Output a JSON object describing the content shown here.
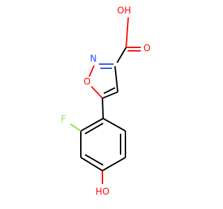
{
  "atoms": {
    "hydroxyl_top": {
      "text": "OH",
      "color": "#ff0d0d"
    },
    "carbonyl_o": {
      "text": "O",
      "color": "#ff0d0d"
    },
    "ring_n": {
      "text": "N",
      "color": "#3050f8"
    },
    "ring_o": {
      "text": "O",
      "color": "#ff0d0d"
    },
    "fluorine": {
      "text": "F",
      "color": "#90e050"
    },
    "phenol_oh": {
      "text": "HO",
      "color": "#ff0d0d"
    }
  },
  "colors": {
    "carbon_bond": "#000000",
    "oxygen": "#ff0d0d",
    "nitrogen": "#3050f8",
    "fluorine": "#90e050"
  }
}
